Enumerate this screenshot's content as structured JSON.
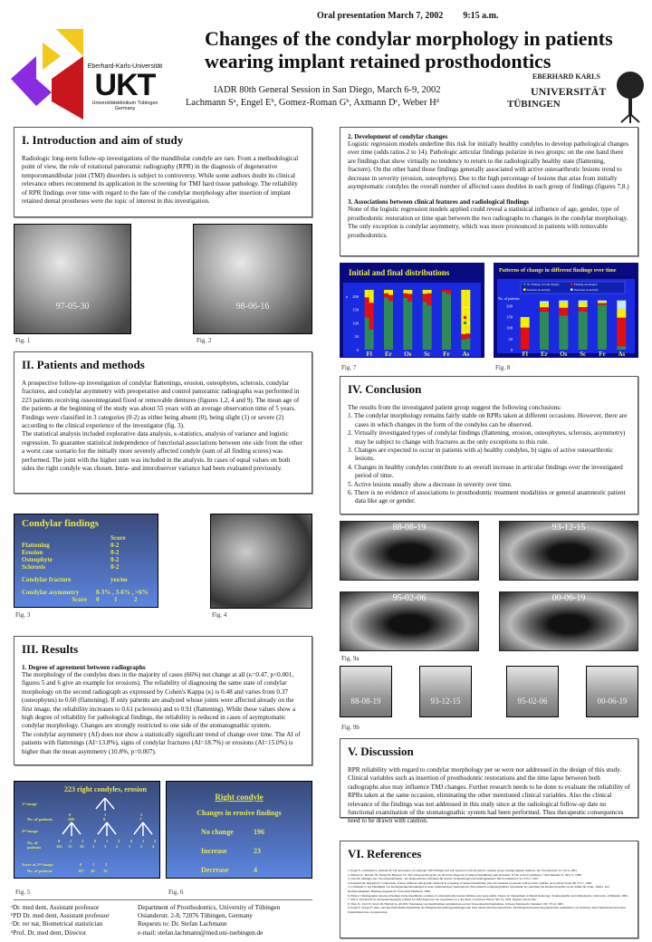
{
  "header": {
    "presentation": "Oral presentation March 7, 2002",
    "time": "9:15 a.m.",
    "title_line1": "Changes of the condylar morphology in patients",
    "title_line2": "wearing implant retained prosthodontics",
    "session": "IADR 80th General Session in San Diego, March 6-9, 2002",
    "authors": "Lachmann Sᵃ, Engel Eᵇ, Gomez-Roman Gᵇ, Axmann Dᶜ, Weber Hᵈ",
    "ukt_top": "Eberhard-Karls-Universität",
    "ukt_logo": "UKT",
    "ukt_sub": "Universitätsklinikum Tübingen",
    "ukt_country": "Germany",
    "uni_line1": "EBERHARD KARLS",
    "uni_line2": "UNIVERSITÄT",
    "uni_line3": "TÜBINGEN"
  },
  "intro": {
    "heading": "I. Introduction and aim of study",
    "text": "Radiologic long-term follow-up investigations of the mandibular condyle are rare. From a methodological point of view, the role of rotational panoramic radiography (RPR) in the diagnosis of degenerative temporomandibular joint (TMJ) disorders is subject to controversy. While some authors doubt its clinical relevance others recommend its application in the screening for TMJ hard tissue pathology. The reliability of RPR findings over time with regard to the fate of the condylar morphology after insertion of implant retained dental prostheses were the topic of interest in this investigation."
  },
  "fig1": {
    "date": "97-05-30",
    "label": "Fig. 1"
  },
  "fig2": {
    "date": "98-06-16",
    "label": "Fig. 2"
  },
  "methods": {
    "heading": "II. Patients and methods",
    "p1": "A prospective follow-up investigation of condylar flattenings, erosion, osteophytes, sclerosis, condylar fractures, and condylar asymmetry with preoperative and control panoramic radiographs was performed in 223 patients receiving osseointegrated fixed or removable dentures (figures 1,2, 4 and 9). The mean age of the patients at the beginning of the study was about 55 years with an average observation time of 5 years.",
    "p2": "Findings were classified in 3 categories (0-2) as either being absent (0), being slight (1) or severe (2) according to the clinical experience of the investigator (fig. 3).",
    "p3": "The statistical analysis included explorative data analysis, κ-statistics, analysis of variance and logistic regression. To guarantee statistical independence of functional associations between one side from the other a worst case scenario for the initially more severely affected condyle (sum of all finding scores) was performed. The joint with the higher sum was included in the analysis. In cases of equal values on both sides the right condyle was chosen. Intra- and interobserver variance had been evaluated previously."
  },
  "fig3": {
    "title": "Condylar findings",
    "score_head": "Score",
    "rows": [
      {
        "name": "Flattening",
        "score": "0-2"
      },
      {
        "name": "Erosion",
        "score": "0-2"
      },
      {
        "name": "Osteophyte",
        "score": "0-2"
      },
      {
        "name": "Sclerosis",
        "score": "0-2"
      }
    ],
    "fracture": "Condylar fracture",
    "fracture_val": "yes/no",
    "asym": "Condylar asymmetry",
    "asym_val": "0-3% , 3-6% , >6%",
    "asym_score": "Score",
    "asym_scores": [
      "0",
      "1",
      "2"
    ],
    "label": "Fig. 3"
  },
  "fig4": {
    "label": "Fig. 4"
  },
  "results": {
    "heading": "III. Results",
    "sub1": "1. Degree of agreement between radiographs",
    "p1": "The morphology of the condyles does in the majority of cases (66%) not change at all (κ=0.47, p<0.001, figures 5 and 6 give an example for erosions). The reliability of diagnosing the same state of condylar morphology on the second radiograph as expressed by Cohen's Kappa (κ) is 0.48 and varies from 0.37 (osteophytes) to 0.60 (flattening). If only patients are analyzed whose joints were affected already on the first image, the reliability increases to 0.61 (sclerosis) and to 0.91 (flattening). While these values show a high degree of reliability for pathological findings, the reliability is reduced in cases of asymptomatic condylar morphology. Changes are strongly restricted to one side of the stomatognathic system.",
    "p2": "The condylar asymmetry (AI) does not show a statistically significant trend of change over time. The AI of patients with flattenings (AI=13.8%), signs of condylar fractures (AI=18.7%) or erosions (AI=15.0%) is higher than the mean asymmetry (10.8%, p=0.007)."
  },
  "fig5": {
    "title": "223 right condyles, erosion",
    "first": "1ˢᵗ image",
    "second": "2ⁿᵈ image",
    "nop": "No. of patients",
    "first_scores": [
      "0",
      "1",
      "2"
    ],
    "first_n": [
      "208",
      "8",
      "7"
    ],
    "second_scores": [
      "0",
      "1",
      "2",
      "0",
      "1",
      "2",
      "0",
      "1",
      "2"
    ],
    "second_n": [
      "183",
      "15",
      "10",
      "3",
      "3",
      "2",
      "1",
      "2",
      "4"
    ],
    "score2": "Score of 2ⁿᵈ image",
    "score2_vals": [
      "0",
      "1",
      "2"
    ],
    "score2_nop": "No. of patients",
    "score2_n": [
      "187",
      "20",
      "16"
    ],
    "label": "Fig. 5"
  },
  "fig6": {
    "title": "Right condyle",
    "sub": "Changes in erosive findings",
    "rows": [
      {
        "k": "No change",
        "v": "196"
      },
      {
        "k": "Increase",
        "v": "23"
      },
      {
        "k": "Decrease",
        "v": "4"
      }
    ],
    "label": "Fig. 6"
  },
  "footer": {
    "a": "ᵃDr. med dent, Assistant professor",
    "b": "ᵇPD Dr. med dent, Assistant professor",
    "c": "ᶜDr. rer nat, Biometrical statistician",
    "d": "ᵈProf. Dr. med dent, Director",
    "dept": "Department of Prosthodontics, University of Tübingen",
    "addr": "Osianderstr. 2-8, 72076 Tübingen, Germany",
    "req": "Requests to: Dr. Stefan Lachmann",
    "email": "e-mail: stefan.lachmann@med.uni-tuebingen.de"
  },
  "dev": {
    "sub2": "2. Development of condylar changes",
    "p2": "Logistic regression models underline this risk for initially healthy condyles to develop pathological changes over time (odds ratios 2 to 14). Pathologic articular findings polarize in two groups: on the one hand there are findings that show virtually no tendency to return to the radiologically healthy state (flattening, fracture). On the other hand those findings generally associated with active osteoarthrotic lesions trend to decrease in severity (erosion, osteophyte). Due to the high percentage of lesions that arise from initially asymptomatic condyles the overall number of affected cases doubles in each group of findings (figures 7,8.)",
    "sub3": "3. Associations between clinical features and radiological findings",
    "p3": "None of the logistic regression models applied could reveal a statistical influence of age, gender, type of prosthodontic restoration or time span between the two radiographs to changes in the condylar morphology. The only exception is condylar asymmetry, which was more pronounced in patients with removable prosthodontics."
  },
  "fig7": {
    "label": "Fig. 7"
  },
  "fig8": {
    "label": "Fig. 8"
  },
  "chart_data": [
    {
      "type": "bar",
      "stacked": true,
      "title": "Initial and final distributions",
      "ylabel": "n",
      "ylim": [
        0,
        223
      ],
      "yticks": [
        0,
        50,
        100,
        150,
        200
      ],
      "categories": [
        "Fl",
        "Er",
        "Os",
        "Sc",
        "Fr",
        "As"
      ],
      "legend_title": "score",
      "legend": "right",
      "series": [
        {
          "name": "0",
          "color": "#2e8b57",
          "initial": [
            120,
            195,
            193,
            178,
            215,
            38
          ],
          "final": [
            75,
            182,
            180,
            165,
            208,
            42
          ]
        },
        {
          "name": "1",
          "color": "#e01010",
          "initial": [
            75,
            15,
            17,
            30,
            8,
            20
          ],
          "final": [
            100,
            22,
            28,
            45,
            15,
            18
          ]
        },
        {
          "name": "2",
          "color": "#f5f000",
          "initial": [
            28,
            13,
            13,
            15,
            0,
            165
          ],
          "final": [
            48,
            19,
            15,
            13,
            0,
            163
          ]
        }
      ]
    },
    {
      "type": "bar",
      "stacked": true,
      "title": "Patterns of change in different findings over time",
      "ylabel": "No. of patients",
      "ylim": [
        0,
        230
      ],
      "yticks": [
        0,
        50,
        100,
        150,
        200
      ],
      "categories": [
        "Fl",
        "Er",
        "Os",
        "Sc",
        "Fr",
        "As"
      ],
      "legend": "top",
      "series": [
        {
          "name": "No finding on both images",
          "color": "#2e8b57",
          "values": [
            0,
            172,
            155,
            173,
            203,
            15
          ]
        },
        {
          "name": "Finding unchanged",
          "color": "#e01010",
          "values": [
            100,
            20,
            35,
            20,
            8,
            130
          ]
        },
        {
          "name": "Increase in severity",
          "color": "#f5f000",
          "values": [
            45,
            20,
            25,
            22,
            7,
            40
          ]
        },
        {
          "name": "Decrease in severity",
          "color": "#c8ecf8",
          "values": [
            3,
            8,
            8,
            8,
            5,
            38
          ]
        }
      ]
    }
  ],
  "conclusion": {
    "heading": "IV. Conclusion",
    "intro": "The results from the investigated patient group suggest the following conclusions:",
    "items": [
      "1. The condylar morphology remains fairly stable on RPRs taken at different occasions. However, there are cases in which changes in the form of the condyles can be observed.",
      "2. Virtually investigated types of condylar findings (flattening, erosion, osteophytes, sclerosis, asymmetry) may be subject to change with fractures as the only exceptions to this rule.",
      "3. Changes are expected to occur in patients with a) healthy condyles, b) signs of active osteoarthrotic lesions.",
      "4. Changes in healthy condyles contribute to an overall increase in articular findings over the investigated period of time.",
      "5. Active lesions usually show a decrease in severity over time.",
      "6. There is no evidence of associations to prosthodontic treatment modalities or general anamnestic patient data like age or gender."
    ]
  },
  "fig9a": {
    "dates": [
      "88-08-19",
      "93-12-15",
      "95-02-06",
      "00-06-19"
    ],
    "label": "Fig. 9a"
  },
  "fig9b": {
    "dates": [
      "88-08-19",
      "93-12-15",
      "95-02-06",
      "00-06-19"
    ],
    "label": "Fig. 9b"
  },
  "discussion": {
    "heading": "V. Discussion",
    "text": "RPR reliability with regard to condylar morphology per se were not addressed in the design of this study. Clinical variables such as insertion of prosthodontic restorations and the time lapse between both radiographs also may influence TMJ changes. Further research needs to be done to evaluate the reliability of RPRs taken at the same occasion, eliminating the other mentioned clinical variables. Also the clinical relevance of the findings was not addressed in this study since at the radiological follow-up date no functional examination of the stomatognathic system had been performed. Thus therapeutic consequences need to be drawn with caution."
  },
  "references": {
    "heading": "VI. References",
    "items": [
      "1. Engel E, Lachmann S, Axmann D: The prevalence of radiologic TMJ findings and self-reported orofacial pain in a patient group wearing implant dentures. Int J Prosthodont 14: 120-6, 2001.",
      "2. Habets LL, Bezuur JN, Naeije M, Hansson TL: The orthopantomogram, an aid in the diagnosis of temporomandibular joint problems. II The vertical symmetry. J Oral Rehabil 15: 465-71, 1988.",
      "3. John M, Pellinger AG: Panoramaaufnahme - ein diagnostisches Verfahren für kariöse Veränderungen des Kiefergelenkes? Dtsch Zahnärztl Z 52: 333-7, 1997.",
      "4. Kinnman M, Kilpinen E: Comparison of three different radiographic methods in screening of temporomandibular joint involvement in patients with psoriatic arthritis. Acta Odont Scand 48: 271-7, 1990.",
      "5. Lachmann S: Zur Häufigkeit von Kiefergelenkserkrankungen in einer zahnärztlichen Spezialpraxis. Eine klinisch-computergestützte Systematik. In: Abteilung für Kieferorthopädie an der Klinik für Zahn-, Mund- und Kieferkrankheiten. Hamburg-Eppendorf: Universität Hamburg, 2000.",
      "6. Pihola J: Radiographic structural findings in the mandibular condyles of orthodontically treated children and young adults. Thesis. In: Department of Dental Radiology, Stomatognathic and Orthodontics, University of Helsinki, 1993.",
      "7. Stäl S, Paschen H: Is orthopantomography reliable for TMJ diagnosis? An experiment on a dry skull. J Orofacial Pain 9: 365-74, 1995. Reprint: Not in File.",
      "8. Türp JC, Vach W, Strub JR, Harbich K, Alt KW: Erkennung von mandibulären Asymmetrien auf der Panoramaschichtaufnahme. Schweiz Monatsschr Zahnmed 105: 755-9, 1995.",
      "9. Engel E, Seeger P: Intra- und interindividuelle Reliabilität der bildgebenden Kiefergelenkdiagnostik. Eine Studie mit Panoramaschicht- und Magnetresonanztomographischen Aufnahmen von Patienten ohne Funktionsbeschwerden. Unpublished data, in preparation."
    ]
  }
}
